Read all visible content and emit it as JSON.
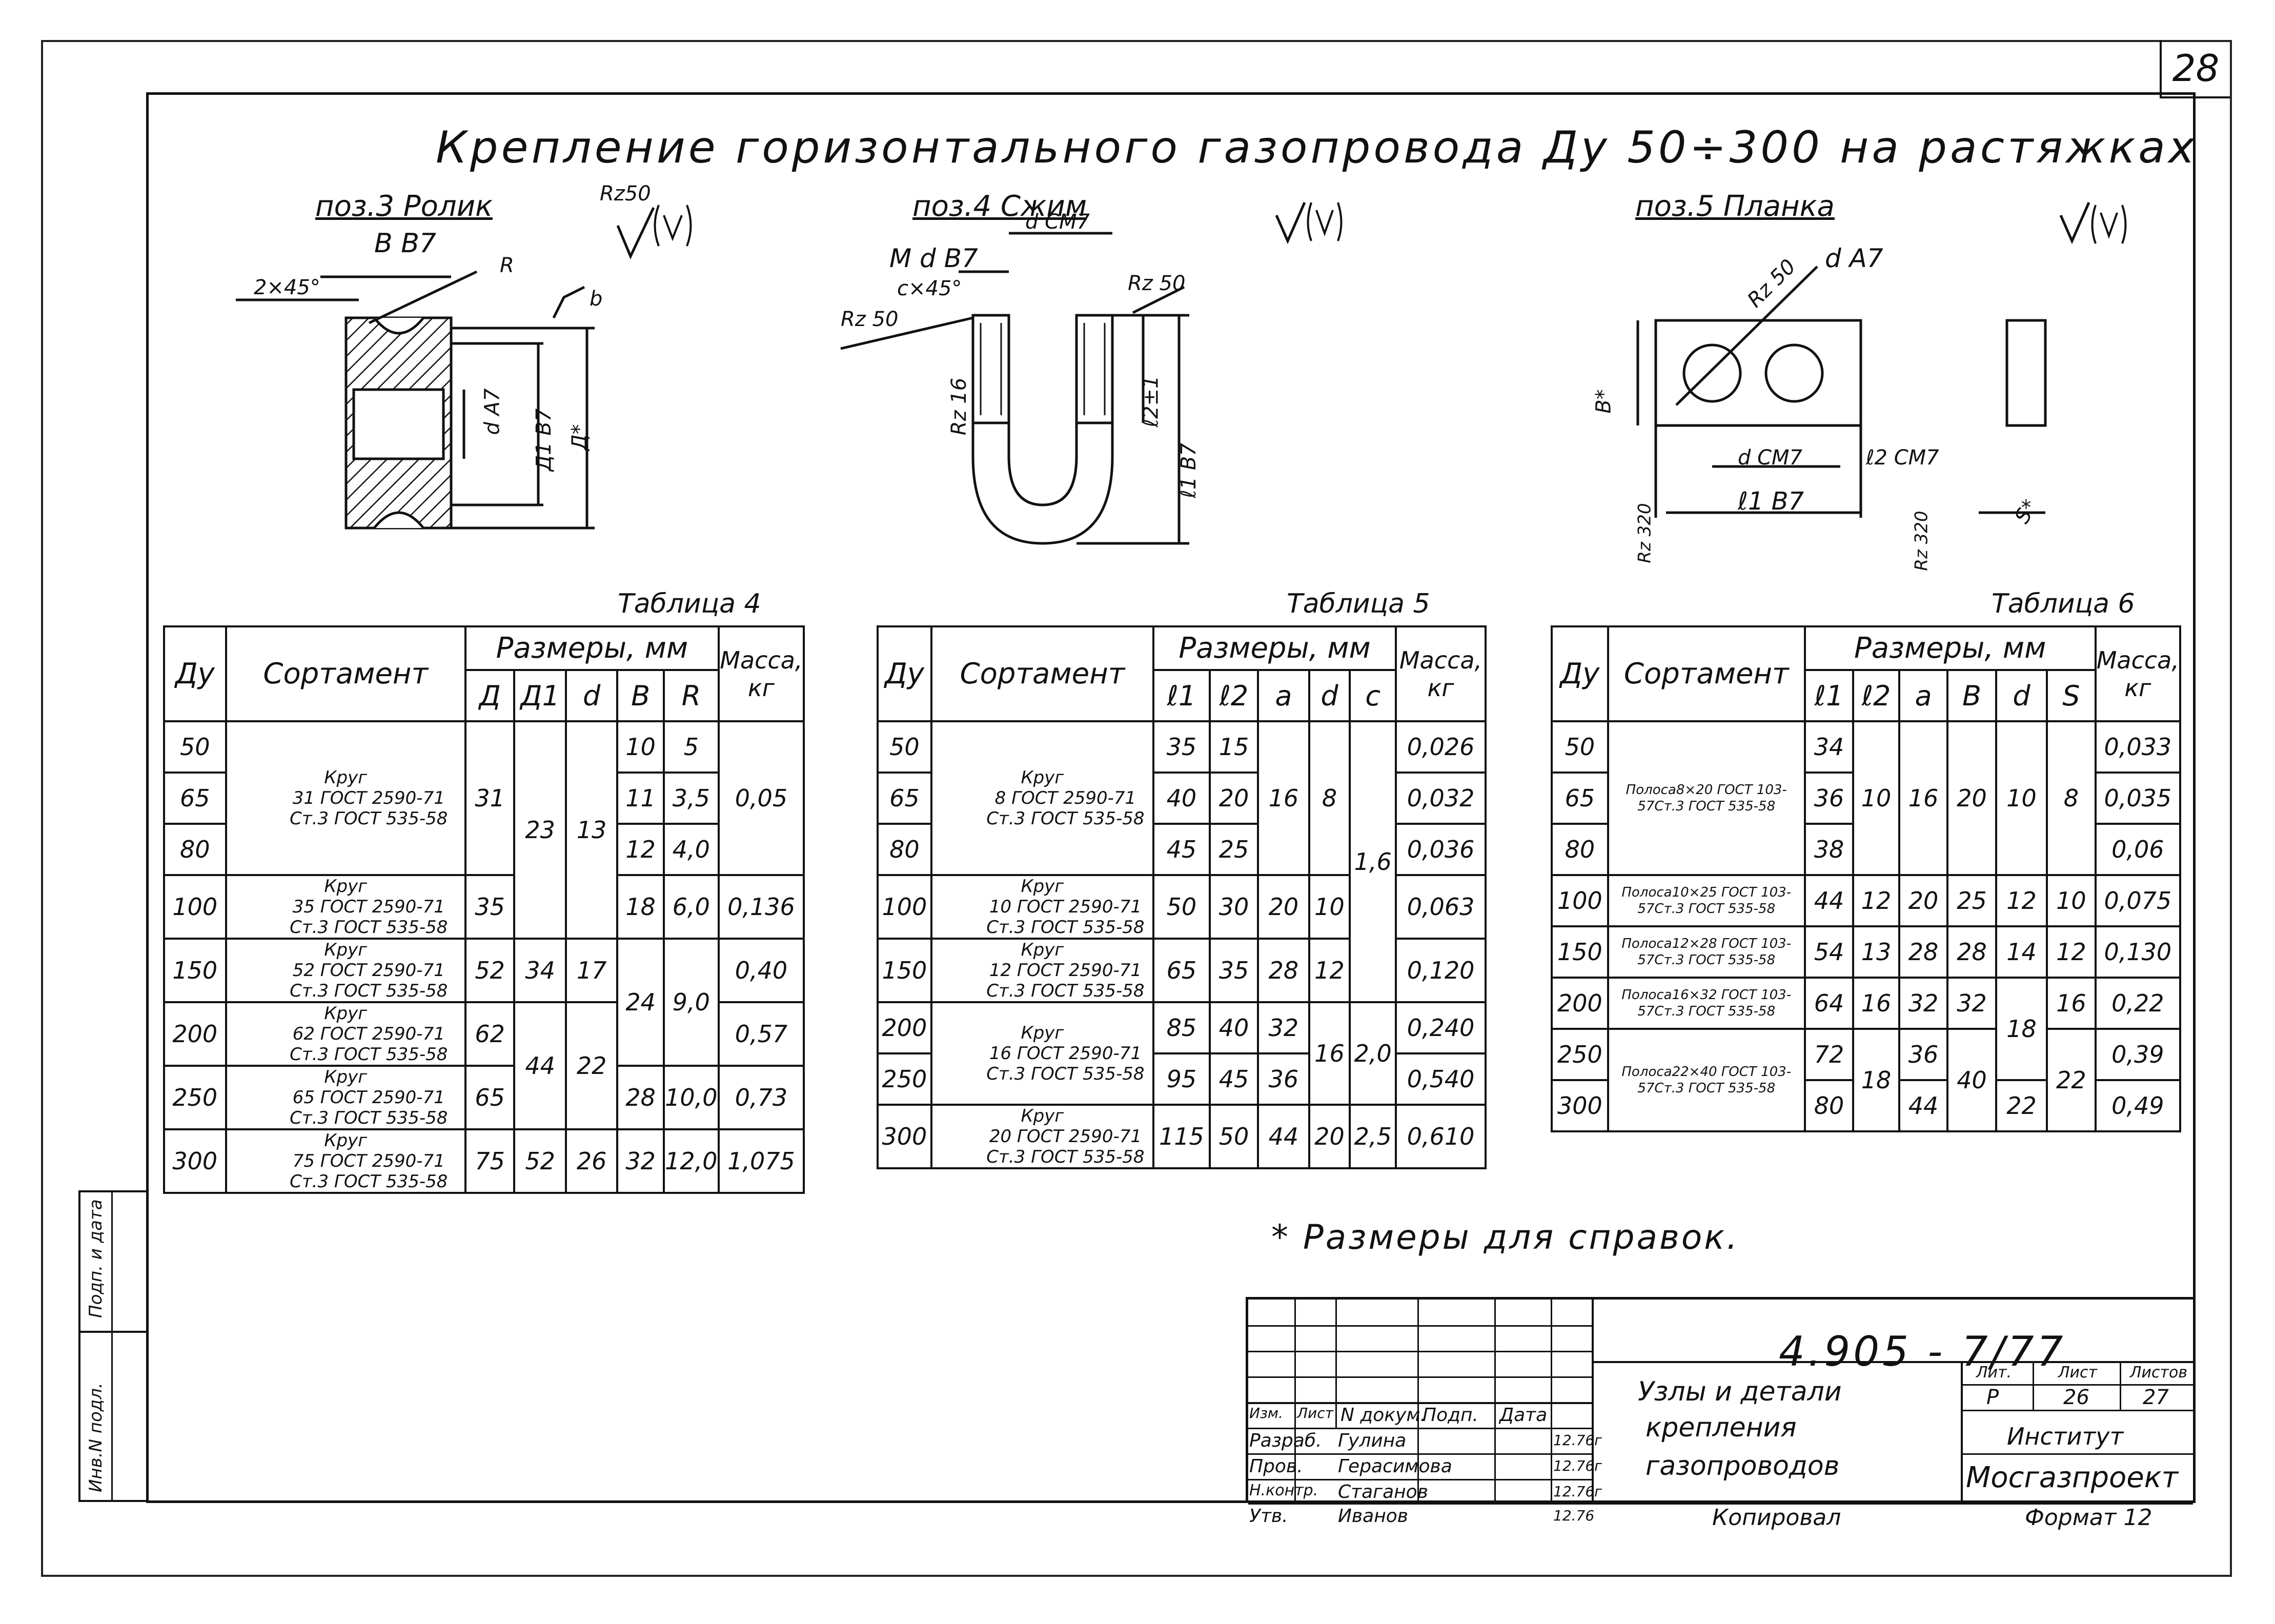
{
  "sheet_number": "28",
  "title": "Крепление горизонтального газопровода Ду 50÷300 на растяжках",
  "parts": {
    "p3": {
      "label": "поз.3 Ролик",
      "roughness": "Rz50",
      "dims": [
        "B B7",
        "2×45°",
        "R",
        "d A7",
        "Д1 B7",
        "Д*",
        "b"
      ]
    },
    "p4": {
      "label": "поз.4 Сжим",
      "dims": [
        "M d B7",
        "c×45°",
        "d CM7",
        "Rz 50",
        "Rz 50",
        "Rz 16",
        "ℓ2±1",
        "ℓ1 B7"
      ]
    },
    "p5": {
      "label": "поз.5 Планка",
      "dims": [
        "d A7",
        "Rz 50",
        "B*",
        "d CM7",
        "ℓ2 CM7",
        "ℓ1 B7",
        "Rz 320",
        "Rz 320",
        "S*"
      ]
    }
  },
  "table4": {
    "caption": "Таблица 4",
    "h_du": "Ду",
    "h_sort": "Сортамент",
    "h_sizes": "Размеры, мм",
    "h_mass": "Масса, кг",
    "cols": [
      "Д",
      "Д1",
      "d",
      "B",
      "R"
    ],
    "du": [
      "50",
      "65",
      "80",
      "100",
      "150",
      "200",
      "250",
      "300"
    ],
    "sort": [
      [
        "Круг",
        "31 ГОСТ 2590-71",
        "Ст.3 ГОСТ 535-58"
      ],
      [
        "Круг",
        "35 ГОСТ 2590-71",
        "Ст.3 ГОСТ 535-58"
      ],
      [
        "Круг",
        "52 ГОСТ 2590-71",
        "Ст.3 ГОСТ 535-58"
      ],
      [
        "Круг",
        "62 ГОСТ 2590-71",
        "Ст.3 ГОСТ 535-58"
      ],
      [
        "Круг",
        "65 ГОСТ 2590-71",
        "Ст.3 ГОСТ 535-58"
      ],
      [
        "Круг",
        "75 ГОСТ 2590-71",
        "Ст.3 ГОСТ 535-58"
      ]
    ],
    "D": [
      "31",
      "35",
      "52",
      "62",
      "65",
      "75"
    ],
    "D1": [
      "23",
      "34",
      "44",
      "52"
    ],
    "d": [
      "13",
      "17",
      "22",
      "26"
    ],
    "B": [
      "10",
      "11",
      "12",
      "18",
      "24",
      "28",
      "32"
    ],
    "R": [
      "5",
      "3,5",
      "4,0",
      "6,0",
      "9,0",
      "10,0",
      "12,0"
    ],
    "mass": [
      "0,05",
      "0,136",
      "0,40",
      "0,57",
      "0,73",
      "1,075"
    ]
  },
  "table5": {
    "caption": "Таблица 5",
    "h_du": "Ду",
    "h_sort": "Сортамент",
    "h_sizes": "Размеры, мм",
    "h_mass": "Масса, кг",
    "cols": [
      "ℓ1",
      "ℓ2",
      "a",
      "d",
      "c"
    ],
    "du": [
      "50",
      "65",
      "80",
      "100",
      "150",
      "200",
      "250",
      "300"
    ],
    "sort": [
      [
        "Круг",
        "8 ГОСТ 2590-71",
        "Ст.3 ГОСТ 535-58"
      ],
      [
        "Круг",
        "10 ГОСТ 2590-71",
        "Ст.3 ГОСТ 535-58"
      ],
      [
        "Круг",
        "12 ГОСТ 2590-71",
        "Ст.3 ГОСТ 535-58"
      ],
      [
        "Круг",
        "16 ГОСТ 2590-71",
        "Ст.3 ГОСТ 535-58"
      ],
      [
        "Круг",
        "20 ГОСТ 2590-71",
        "Ст.3 ГОСТ 535-58"
      ]
    ],
    "l1": [
      "35",
      "40",
      "45",
      "50",
      "65",
      "85",
      "95",
      "115"
    ],
    "l2": [
      "15",
      "20",
      "25",
      "30",
      "35",
      "40",
      "45",
      "50"
    ],
    "a": [
      "16",
      "20",
      "28",
      "32",
      "36",
      "44"
    ],
    "d": [
      "8",
      "10",
      "12",
      "16",
      "20"
    ],
    "c": [
      "1,6",
      "2,0",
      "2,5"
    ],
    "mass": [
      "0,026",
      "0,032",
      "0,036",
      "0,063",
      "0,120",
      "0,240",
      "0,540",
      "0,610"
    ]
  },
  "table6": {
    "caption": "Таблица 6",
    "h_du": "Ду",
    "h_sort": "Сортамент",
    "h_sizes": "Размеры, мм",
    "h_mass": "Масса, кг",
    "cols": [
      "ℓ1",
      "ℓ2",
      "a",
      "B",
      "d",
      "S"
    ],
    "du": [
      "50",
      "65",
      "80",
      "100",
      "150",
      "200",
      "250",
      "300"
    ],
    "sort": [
      [
        "Полоса",
        "8×20 ГОСТ 103-57",
        "Ст.3 ГОСТ 535-58"
      ],
      [
        "Полоса",
        "10×25 ГОСТ 103-57",
        "Ст.3 ГОСТ 535-58"
      ],
      [
        "Полоса",
        "12×28 ГОСТ 103-57",
        "Ст.3 ГОСТ 535-58"
      ],
      [
        "Полоса",
        "16×32 ГОСТ 103-57",
        "Ст.3 ГОСТ 535-58"
      ],
      [
        "Полоса",
        "22×40 ГОСТ 103-57",
        "Ст.3 ГОСТ 535-58"
      ]
    ],
    "l1": [
      "34",
      "36",
      "38",
      "44",
      "54",
      "64",
      "72",
      "80"
    ],
    "l2": [
      "10",
      "12",
      "13",
      "16",
      "18"
    ],
    "a": [
      "16",
      "20",
      "28",
      "32",
      "36",
      "44"
    ],
    "B": [
      "20",
      "25",
      "28",
      "32",
      "40"
    ],
    "d": [
      "10",
      "12",
      "14",
      "18",
      "22"
    ],
    "S": [
      "8",
      "10",
      "12",
      "16",
      "22"
    ],
    "mass": [
      "0,033",
      "0,035",
      "0,06",
      "0,075",
      "0,130",
      "0,22",
      "0,39",
      "0,49"
    ]
  },
  "note": "* Размеры для справок.",
  "stamp": {
    "code": "4.905 - 7/77",
    "h_izm": "Изм.",
    "h_list": "Лист",
    "h_doc": "N докум.",
    "h_podp": "Подп.",
    "h_data": "Дата",
    "rows": [
      {
        "role": "Разраб.",
        "name": "Гулина",
        "date": "12.76г"
      },
      {
        "role": "Пров.",
        "name": "Герасимова",
        "date": "12.76г"
      },
      {
        "role": "Н.контр.",
        "name": "Стаганов",
        "date": "12.76г"
      },
      {
        "role": "Утв.",
        "name": "Иванов",
        "date": "12.76"
      }
    ],
    "desc": [
      "Узлы и детали",
      "крепления",
      "газопроводов"
    ],
    "lit_h": "Лит.",
    "list_h": "Лист",
    "listov_h": "Листов",
    "lit": "Р",
    "list": "26",
    "listov": "27",
    "org1": "Институт",
    "org2": "Мосгазпроект",
    "copied": "Копировал",
    "format": "Формат 12"
  },
  "side": {
    "a": "Подп. и дата",
    "b": "Инв.N подл."
  }
}
